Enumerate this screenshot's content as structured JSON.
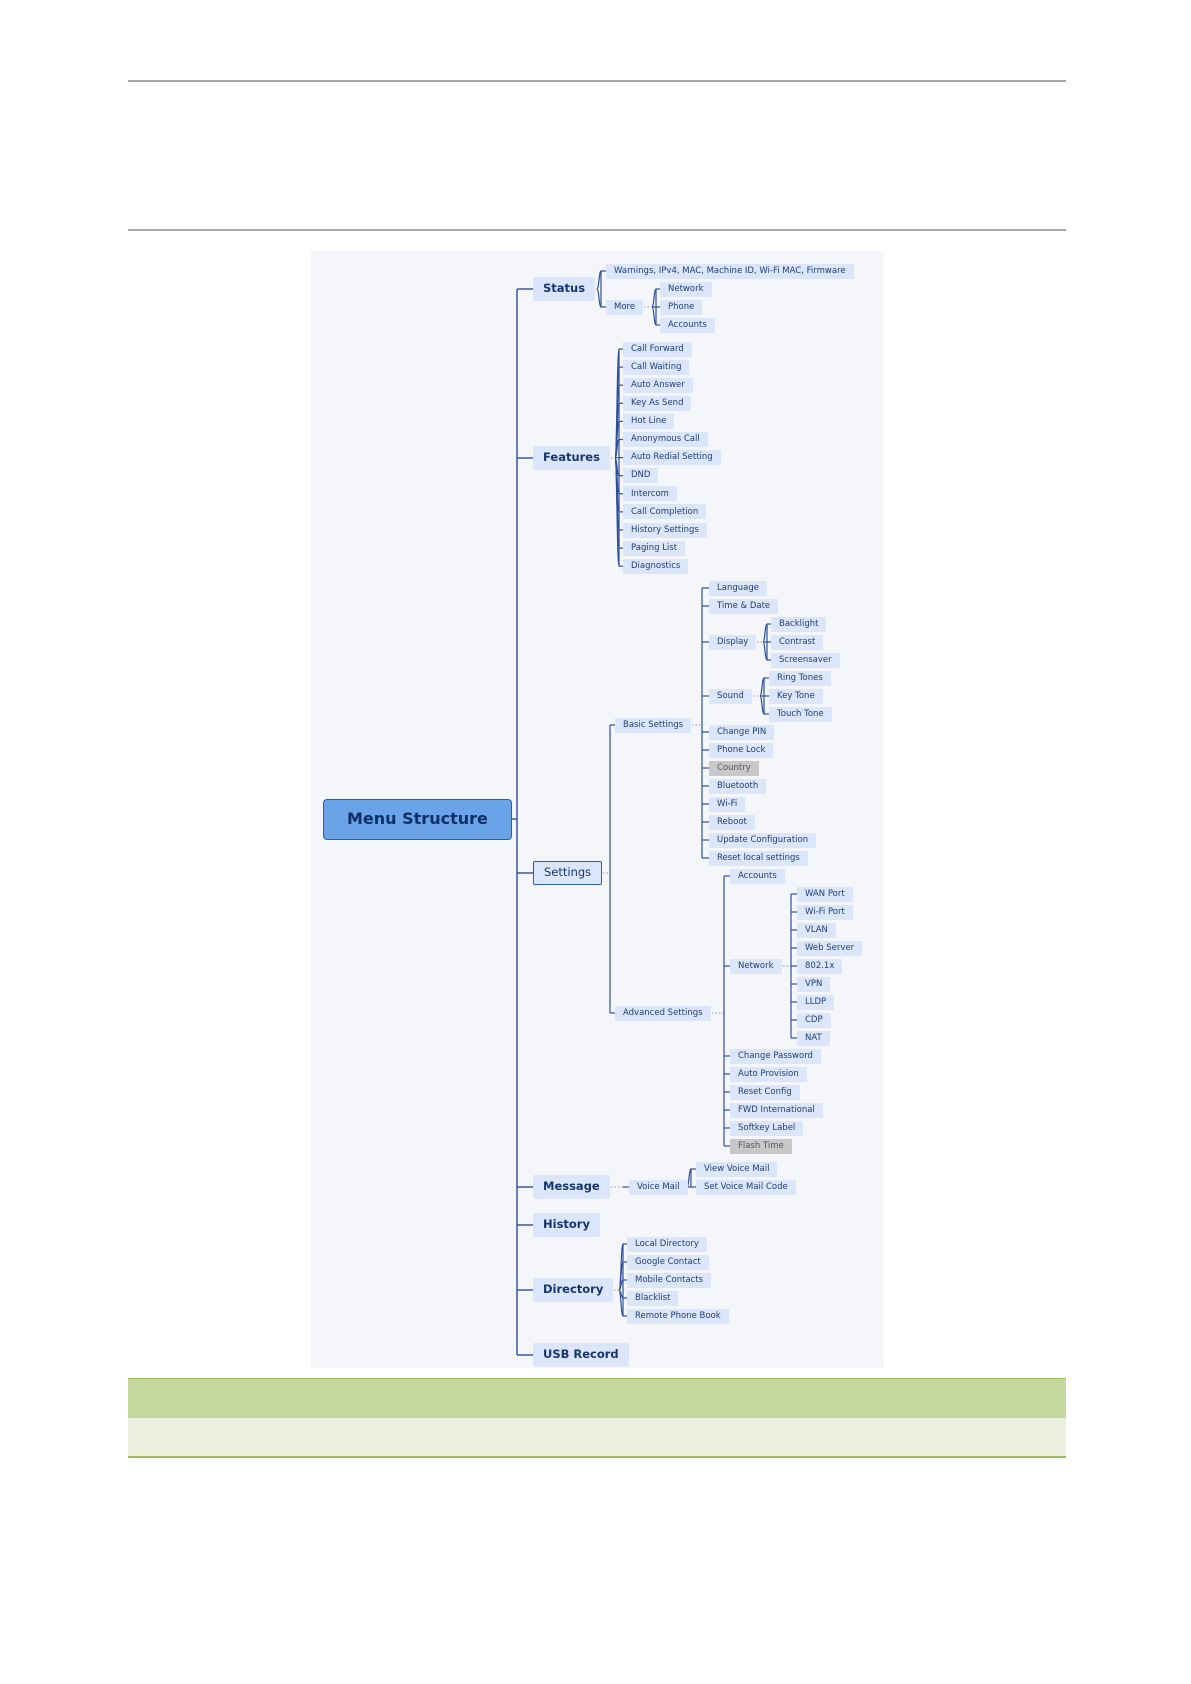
{
  "diagram": {
    "root": "Menu Structure",
    "branches": [
      {
        "label": "Status",
        "children": [
          {
            "label": "Warnings, IPv4, MAC, Machine ID, Wi-Fi MAC, Firmware"
          },
          {
            "label": "More",
            "children": [
              {
                "label": "Network"
              },
              {
                "label": "Phone"
              },
              {
                "label": "Accounts"
              }
            ]
          }
        ]
      },
      {
        "label": "Features",
        "children": [
          {
            "label": "Call Forward"
          },
          {
            "label": "Call Waiting"
          },
          {
            "label": "Auto Answer"
          },
          {
            "label": "Key As Send"
          },
          {
            "label": "Hot Line"
          },
          {
            "label": "Anonymous Call"
          },
          {
            "label": "Auto Redial Setting"
          },
          {
            "label": "DND"
          },
          {
            "label": "Intercom"
          },
          {
            "label": "Call Completion"
          },
          {
            "label": "History Settings"
          },
          {
            "label": "Paging List"
          },
          {
            "label": "Diagnostics"
          }
        ]
      },
      {
        "label": "Settings",
        "children": [
          {
            "label": "Basic Settings",
            "children": [
              {
                "label": "Language"
              },
              {
                "label": "Time & Date"
              },
              {
                "label": "Display",
                "children": [
                  {
                    "label": "Backlight"
                  },
                  {
                    "label": "Contrast"
                  },
                  {
                    "label": "Screensaver"
                  }
                ]
              },
              {
                "label": "Sound",
                "children": [
                  {
                    "label": "Ring Tones"
                  },
                  {
                    "label": "Key Tone"
                  },
                  {
                    "label": "Touch Tone"
                  }
                ]
              },
              {
                "label": "Change PIN"
              },
              {
                "label": "Phone Lock"
              },
              {
                "label": "Country",
                "greyed": true
              },
              {
                "label": "Bluetooth"
              },
              {
                "label": "Wi-Fi"
              },
              {
                "label": "Reboot"
              },
              {
                "label": "Update Configuration"
              },
              {
                "label": "Reset local settings"
              }
            ]
          },
          {
            "label": "Advanced Settings",
            "children": [
              {
                "label": "Accounts"
              },
              {
                "label": "Network",
                "children": [
                  {
                    "label": "WAN Port"
                  },
                  {
                    "label": "Wi-Fi Port"
                  },
                  {
                    "label": "VLAN"
                  },
                  {
                    "label": "Web Server"
                  },
                  {
                    "label": "802.1x"
                  },
                  {
                    "label": "VPN"
                  },
                  {
                    "label": "LLDP"
                  },
                  {
                    "label": "CDP"
                  },
                  {
                    "label": "NAT"
                  }
                ]
              },
              {
                "label": "Change Password"
              },
              {
                "label": "Auto Provision"
              },
              {
                "label": "Reset Config"
              },
              {
                "label": "FWD International"
              },
              {
                "label": "Softkey Label"
              },
              {
                "label": "Flash Time",
                "greyed": true
              }
            ]
          }
        ]
      },
      {
        "label": "Message",
        "children": [
          {
            "label": "Voice Mail",
            "children": [
              {
                "label": "View Voice Mail"
              },
              {
                "label": "Set Voice Mail Code"
              }
            ]
          }
        ]
      },
      {
        "label": "History"
      },
      {
        "label": "Directory",
        "children": [
          {
            "label": "Local Directory"
          },
          {
            "label": "Google Contact"
          },
          {
            "label": "Mobile Contacts"
          },
          {
            "label": "Blacklist"
          },
          {
            "label": "Remote Phone Book"
          }
        ]
      },
      {
        "label": "USB Record"
      }
    ]
  },
  "colors": {
    "connector": "#2f4f9a",
    "leaf_bg": "#dbe6fb",
    "root_bg": "#6aa3e8",
    "table_header": "#c4d79c",
    "table_row": "#ebf1de"
  }
}
